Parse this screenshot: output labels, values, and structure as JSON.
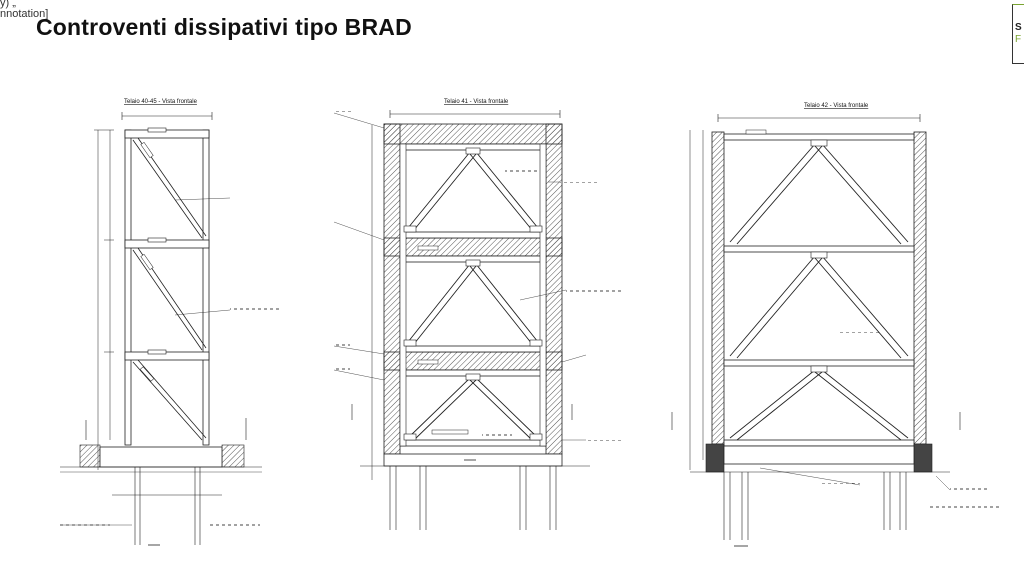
{
  "header": {
    "fragment_top": "y) „",
    "fragment_annotation": "nnotation]",
    "title": "Controventi dissipativi tipo BRAD"
  },
  "logo": {
    "letter_top": "S",
    "letter_bottom": "F"
  },
  "frames": [
    {
      "title": "Telaio 40-45 - Vista frontale"
    },
    {
      "title": "Telaio 41 - Vista frontale"
    },
    {
      "title": "Telaio 42 - Vista frontale"
    }
  ],
  "colors": {
    "accent_green": "#7aa531",
    "line": "#222222",
    "hatch": "#555555"
  }
}
